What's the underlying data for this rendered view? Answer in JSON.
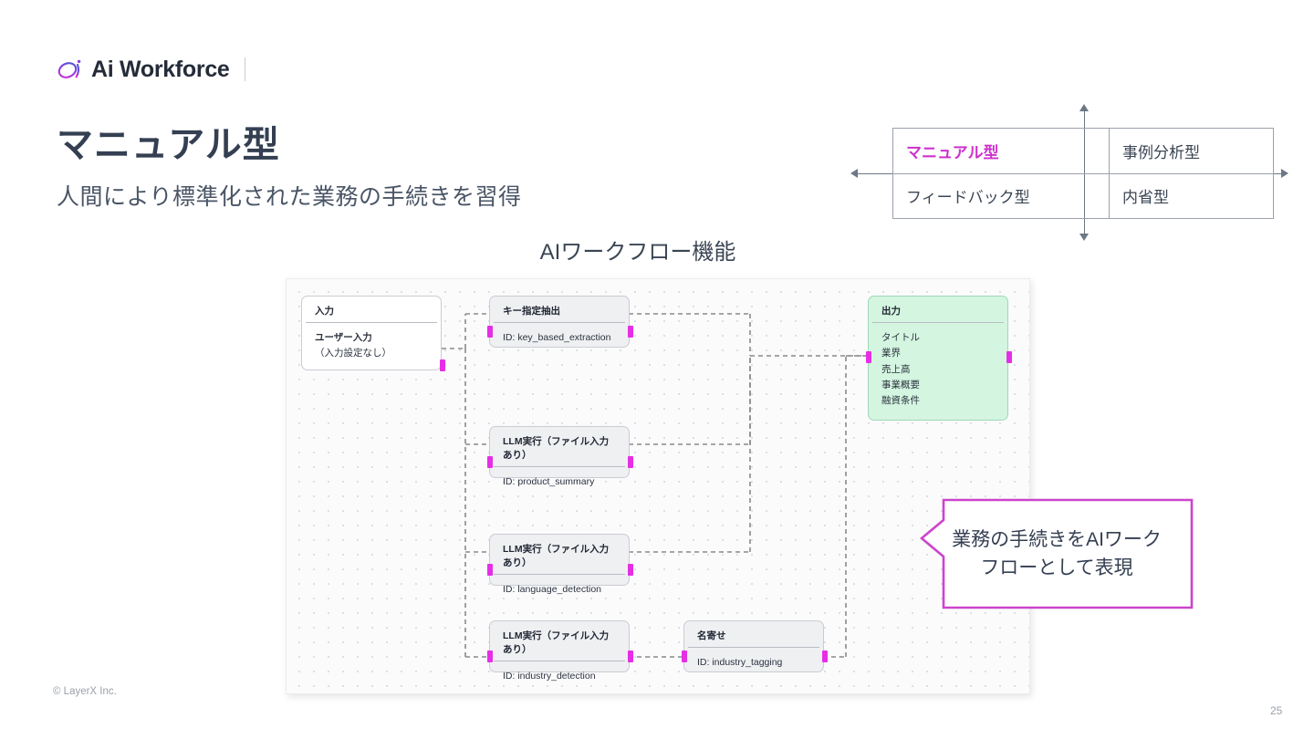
{
  "brand": {
    "logo_icon": "ai-workforce-logo-mark",
    "name": "Ai Workforce"
  },
  "slide": {
    "title": "マニュアル型",
    "subtitle": "人間により標準化された業務の手続きを習得",
    "copyright": "© LayerX Inc.",
    "page_number": "25"
  },
  "matrix": {
    "rows": [
      {
        "left": "マニュアル型",
        "right": "事例分析型"
      },
      {
        "left": "フィードバック型",
        "right": "内省型"
      }
    ],
    "highlight_color": "#cc33cc",
    "axis_color": "#6e7785"
  },
  "workflow": {
    "title": "AIワークフロー機能",
    "nodes": [
      {
        "id": "input",
        "style": "white",
        "header": "入力",
        "body_bold": "ユーザー入力",
        "body": "（入力設定なし）"
      },
      {
        "id": "key_based_extraction",
        "style": "gray",
        "header": "キー指定抽出",
        "body": "ID: key_based_extraction"
      },
      {
        "id": "product_summary",
        "style": "gray",
        "header": "LLM実行（ファイル入力あり）",
        "body": "ID: product_summary"
      },
      {
        "id": "language_detection",
        "style": "gray",
        "header": "LLM実行（ファイル入力あり）",
        "body": "ID: language_detection"
      },
      {
        "id": "industry_detection",
        "style": "gray",
        "header": "LLM実行（ファイル入力あり）",
        "body": "ID: industry_detection"
      },
      {
        "id": "industry_tagging",
        "style": "gray",
        "header": "名寄せ",
        "body": "ID: industry_tagging"
      },
      {
        "id": "output",
        "style": "green",
        "header": "出力",
        "items": [
          "タイトル",
          "業界",
          "売上高",
          "事業概要",
          "融資条件"
        ]
      }
    ],
    "port_color": "#e62ee6",
    "edge_color": "#8a8a8a"
  },
  "callout": {
    "text": "業務の手続きをAIワークフローとして表現",
    "line1": "業務の手続きをAIワーク",
    "line2": "フローとして表現",
    "border_color": "#cc44cc"
  }
}
